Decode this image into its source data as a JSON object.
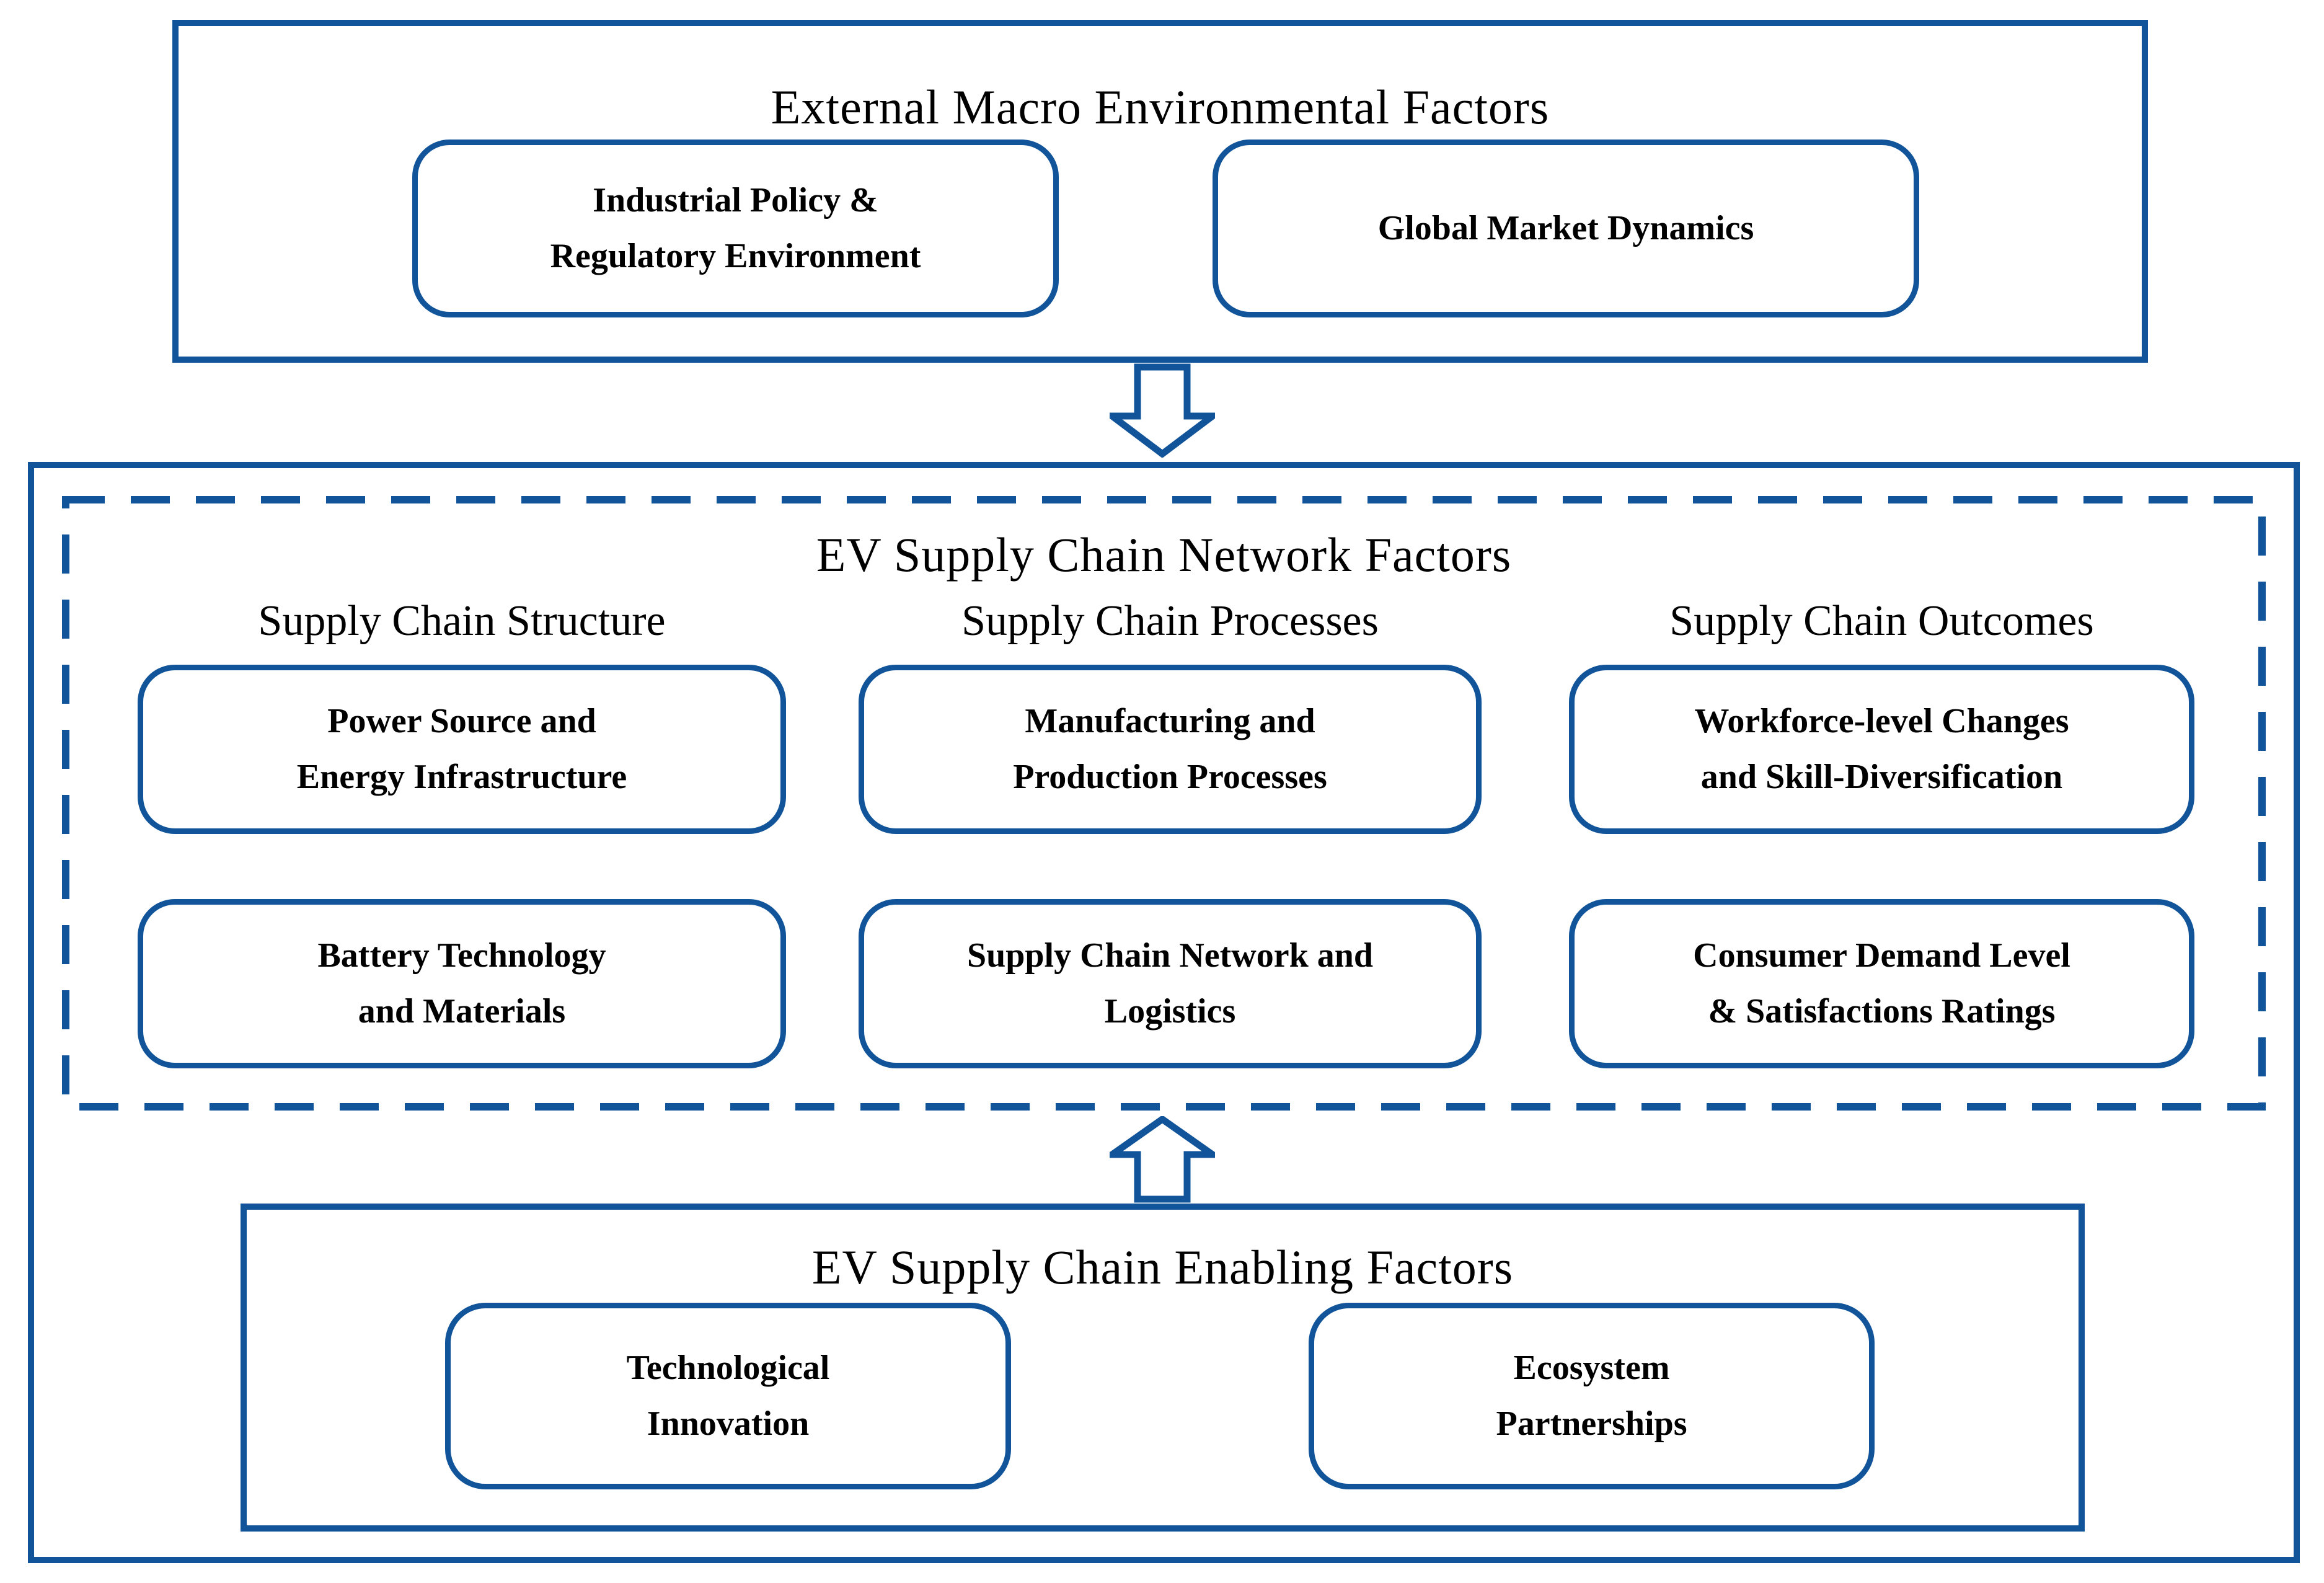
{
  "colors": {
    "accent": "#11549A"
  },
  "external_section": {
    "title": "External Macro Environmental Factors",
    "boxes": [
      {
        "lines": [
          "Industrial Policy &",
          "Regulatory Environment"
        ]
      },
      {
        "lines": [
          "Global Market Dynamics"
        ]
      }
    ]
  },
  "network_section": {
    "title": "EV Supply Chain Network Factors",
    "columns": [
      {
        "header": "Supply Chain Structure",
        "boxes": [
          {
            "lines": [
              "Power Source and",
              "Energy Infrastructure"
            ]
          },
          {
            "lines": [
              "Battery Technology",
              "and Materials"
            ]
          }
        ]
      },
      {
        "header": "Supply Chain Processes",
        "boxes": [
          {
            "lines": [
              "Manufacturing and",
              "Production Processes"
            ]
          },
          {
            "lines": [
              "Supply Chain Network and",
              "Logistics"
            ]
          }
        ]
      },
      {
        "header": "Supply Chain Outcomes",
        "boxes": [
          {
            "lines": [
              "Workforce-level Changes",
              "and Skill-Diversification"
            ]
          },
          {
            "lines": [
              "Consumer Demand Level",
              "& Satisfactions Ratings"
            ]
          }
        ]
      }
    ]
  },
  "enabling_section": {
    "title": "EV Supply Chain Enabling Factors",
    "boxes": [
      {
        "lines": [
          "Technological",
          "Innovation"
        ]
      },
      {
        "lines": [
          "Ecosystem",
          "Partnerships"
        ]
      }
    ]
  }
}
